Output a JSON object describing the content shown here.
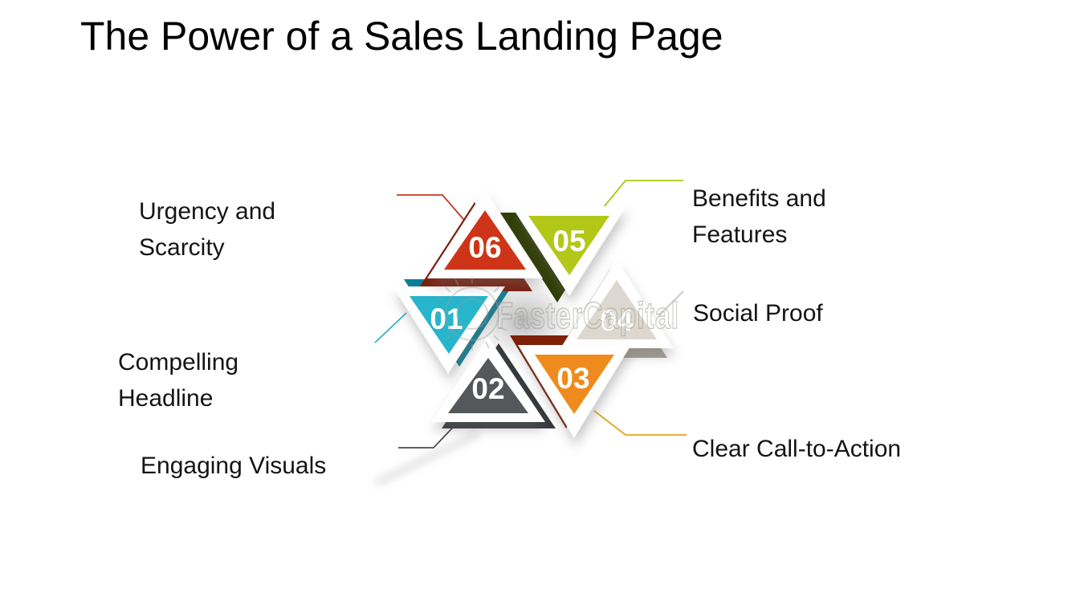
{
  "title": "The Power of a Sales Landing Page",
  "watermark": {
    "text": "FasterCapital",
    "color": "#98988f"
  },
  "diagram": {
    "description": "Six numbered 3D triangles arranged in a hexagram star",
    "items": [
      {
        "number": "01",
        "label": "Compelling Headline",
        "color": "#27b5cb",
        "dark": "#0c7f96",
        "connector": "#2ab6c9"
      },
      {
        "number": "02",
        "label": "Engaging Visuals",
        "color": "#54585a",
        "dark": "#33383a",
        "connector": "#4a4a4a"
      },
      {
        "number": "03",
        "label": "Clear Call-to-Action",
        "color": "#ef8b1d",
        "dark": "#7e2008",
        "connector": "#e2a31f"
      },
      {
        "number": "04",
        "label": "Social Proof",
        "color": "#dcd8cf",
        "dark": "#a8a396",
        "connector": "#b9b9b3"
      },
      {
        "number": "05",
        "label": "Benefits and Features",
        "color": "#b3c719",
        "dark": "#2f3c03",
        "connector": "#aec412"
      },
      {
        "number": "06",
        "label": "Urgency and Scarcity",
        "color": "#ce3518",
        "dark": "#7c1d0c",
        "connector": "#c23a26"
      }
    ]
  },
  "labels": {
    "urgency": {
      "line1": "Urgency and",
      "line2": "Scarcity"
    },
    "compelling": {
      "line1": "Compelling",
      "line2": "Headline"
    },
    "engaging": {
      "line1": "Engaging Visuals"
    },
    "benefits": {
      "line1": "Benefits and",
      "line2": "Features"
    },
    "social": {
      "line1": "Social Proof"
    },
    "cta": {
      "line1": "Clear Call-to-Action"
    }
  }
}
